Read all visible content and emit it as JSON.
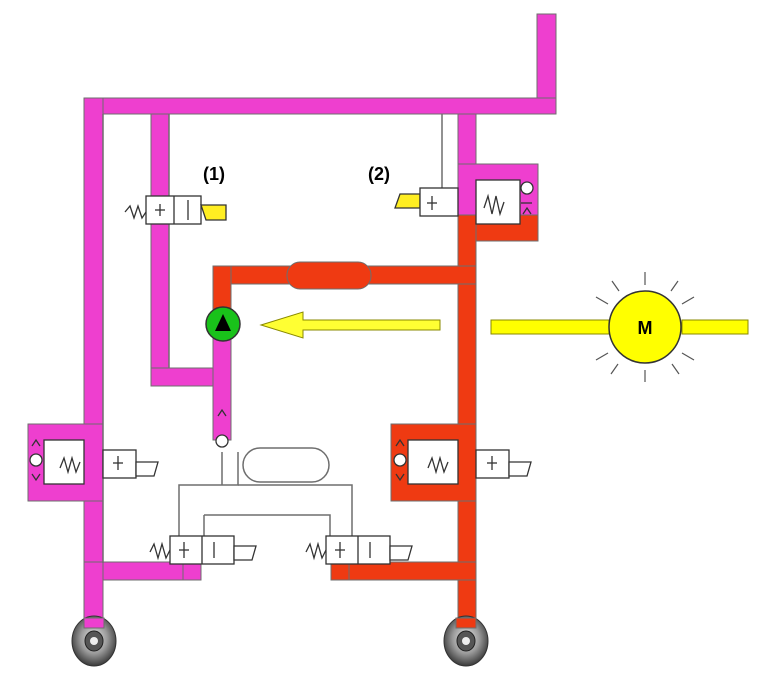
{
  "labels": {
    "valve_1": "(1)",
    "valve_2": "(2)",
    "motor": "M"
  },
  "colors": {
    "circuit_pink": "#ee3fcf",
    "circuit_red": "#ef3a12",
    "line_outline": "#6e6e6e",
    "pump_green": "#19c21a",
    "motor_yellow": "#ffff00",
    "arrow_yellow": "#ffff33",
    "solenoid_yellow": "#ffee22"
  },
  "icons": [
    "pump-icon",
    "motor-icon",
    "arrow-icon",
    "solenoid-valve-icon",
    "check-valve-icon",
    "accumulator-icon",
    "brake-disc-icon"
  ]
}
